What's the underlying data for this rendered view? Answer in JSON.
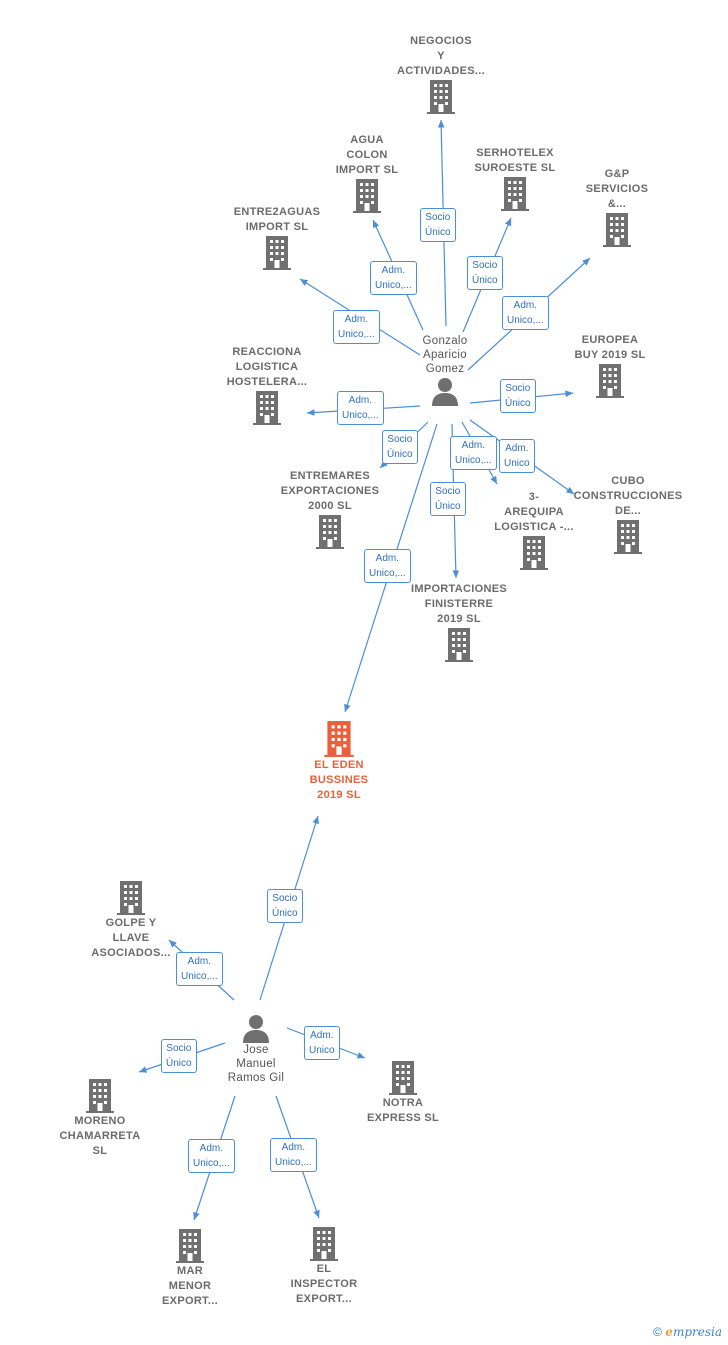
{
  "persons": {
    "gonzalo": "Gonzalo\nAparicio\nGomez",
    "jose": "Jose\nManuel\nRamos Gil"
  },
  "companies": {
    "main": "EL EDEN\nBUSSINES\n2019  SL",
    "negocios": "NEGOCIOS\nY\nACTIVIDADES...",
    "agua": "AGUA\nCOLON\nIMPORT  SL",
    "serhotelex": "SERHOTELEX\nSUROESTE  SL",
    "gp": "G&P\nSERVICIOS\n&...",
    "entre2aguas": "ENTRE2AGUAS\nIMPORT  SL",
    "europea": "EUROPEA\nBUY 2019  SL",
    "reacciona": "REACCIONA\nLOGISTICA\nHOSTELERA...",
    "entremares": "ENTREMARES\nEXPORTACIONES\n2000  SL",
    "arequipa": "3-\nAREQUIPA\nLOGISTICA -...",
    "cubo": "CUBO\nCONSTRUCCIONES\nDE...",
    "importaciones": "IMPORTACIONES\nFINISTERRE\n2019  SL",
    "golpe": "GOLPE Y\nLLAVE\nASOCIADOS...",
    "moreno": "MORENO\nCHAMARRETA\nSL",
    "notra": "NOTRA\nEXPRESS  SL",
    "mar": "MAR\nMENOR\nEXPORT...",
    "inspector": "EL\nINSPECTOR\nEXPORT..."
  },
  "badges": {
    "socio_unico": "Socio\nÚnico",
    "adm_unico_trunc": "Adm.\nUnico,...",
    "adm_unico": "Adm.\nUnico"
  },
  "colors": {
    "edge": "#4a8fd8",
    "company_icon": "#707070",
    "main_icon": "#e8603c",
    "person_icon": "#6f6f6f"
  },
  "footer": {
    "copyright": "©",
    "brand_e": "e",
    "brand_rest": "mpresia"
  }
}
